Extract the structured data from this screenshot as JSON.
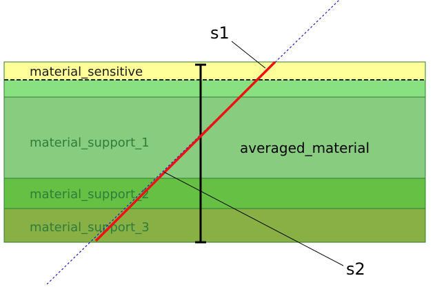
{
  "layers": [
    {
      "id": "sensitive",
      "label": "material_sensitive",
      "fill": "#ffff99",
      "label_color": "#1a1a1a"
    },
    {
      "id": "thin",
      "label": "",
      "fill": "#88e080",
      "label_color": "#2e7d3a"
    },
    {
      "id": "support-1",
      "label": "material_support_1",
      "fill": "#88cc80",
      "label_color": "#2e7d3a"
    },
    {
      "id": "support-2",
      "label": "material_support_2",
      "fill": "#66c044",
      "label_color": "#2e7d3a"
    },
    {
      "id": "support-3",
      "label": "material_support_3",
      "fill": "#88b044",
      "label_color": "#2e7d3a"
    }
  ],
  "averaged_label": "averaged_material",
  "segment_labels": {
    "s1": "s1",
    "s2": "s2"
  },
  "colors": {
    "track_full": "#1a1acc",
    "track_inside": "#ee1111",
    "thickness_bar": "#000000",
    "layer_border": "#2f7d2f",
    "pointer": "#000000"
  }
}
